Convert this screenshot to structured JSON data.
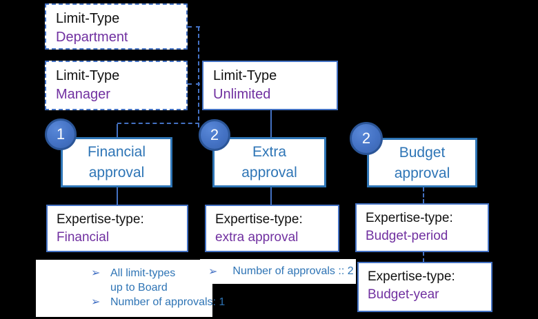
{
  "diagram": {
    "title_hint": "approval-limit-type-diagram",
    "bullet_icon": "➢",
    "limit_types": [
      {
        "label": "Limit-Type",
        "value": "Department"
      },
      {
        "label": "Limit-Type",
        "value": "Manager"
      },
      {
        "label": "Limit-Type",
        "value": "Unlimited"
      }
    ],
    "approvals": [
      {
        "badge": "1",
        "line1": "Financial",
        "line2": "approval"
      },
      {
        "badge": "2",
        "line1": "Extra",
        "line2": "approval"
      },
      {
        "badge": "2",
        "line1": "Budget",
        "line2": "approval"
      }
    ],
    "expertise_types": [
      {
        "label": "Expertise-type:",
        "value": "Financial"
      },
      {
        "label": "Expertise-type:",
        "value": "extra approval"
      },
      {
        "label": "Expertise-type:",
        "value": "Budget-period"
      },
      {
        "label": "Expertise-type:",
        "value": "Budget-year"
      }
    ],
    "callout": {
      "lines": [
        {
          "text": "All limit-types"
        },
        {
          "text": "up to Board"
        },
        {
          "text": "Number of approvals: 1"
        }
      ]
    },
    "note": {
      "text": "Number of approvals :: 2"
    },
    "colors": {
      "background": "#000000",
      "box_fill": "#FFFFFF",
      "accent_blue": "#4472C4",
      "approval_blue": "#2E75B6",
      "badge_border_blue": "#2B5597",
      "value_purple": "#7030A0",
      "note_text_blue": "#2E74B5",
      "label_black": "#111111"
    }
  }
}
